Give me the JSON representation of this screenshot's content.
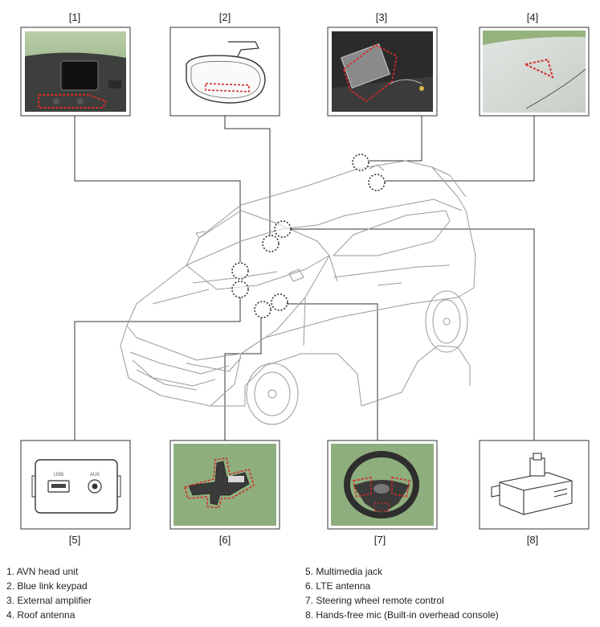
{
  "panels": [
    {
      "tag": "[1]",
      "id": "1"
    },
    {
      "tag": "[2]",
      "id": "2"
    },
    {
      "tag": "[3]",
      "id": "3"
    },
    {
      "tag": "[4]",
      "id": "4"
    },
    {
      "tag": "[5]",
      "id": "5",
      "port_labels": [
        "USB",
        "AUX"
      ]
    },
    {
      "tag": "[6]",
      "id": "6"
    },
    {
      "tag": "[7]",
      "id": "7"
    },
    {
      "tag": "[8]",
      "id": "8"
    }
  ],
  "legend": {
    "left": [
      "1. AVN head unit",
      "2. Blue link keypad",
      "3. External amplifier",
      "4. Roof antenna"
    ],
    "right": [
      "5. Multimedia jack",
      "6. LTE antenna",
      "7. Steering wheel remote control",
      "8. Hands-free mic (Built-in overhead console)"
    ]
  },
  "colors": {
    "highlight": "#d42a2a",
    "photo_green": "#8fae7e",
    "line": "#333333",
    "car_line": "#9a9a9a"
  }
}
